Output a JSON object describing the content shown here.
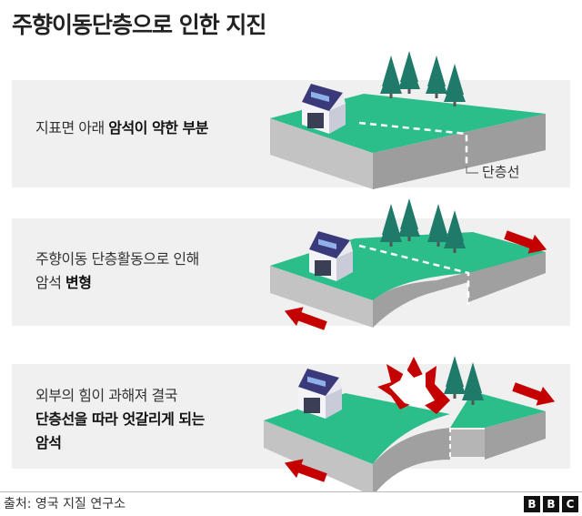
{
  "title": "주향이동단층으로 인한 지진",
  "panels": [
    {
      "text_plain": "지표면 아래 ",
      "text_bold": "암석이 약한 부분",
      "label": "단층선"
    },
    {
      "line1": "주향이동 단층활동으로 인해",
      "line2_plain": "암석 ",
      "line2_bold": "변형"
    },
    {
      "line1": "외부의 힘이 과해져 결국",
      "line2_bold": "단층선을 따라 엇갈리게 되는",
      "line3_bold": "암석"
    }
  ],
  "footer": {
    "source": "출처: 영국 지질 연구소",
    "logo": [
      "B",
      "B",
      "C"
    ]
  },
  "colors": {
    "ground": "#2bbd8a",
    "rock": "#a9a9a9",
    "arrow": "#c40000",
    "panel": "#f0f0f0"
  }
}
